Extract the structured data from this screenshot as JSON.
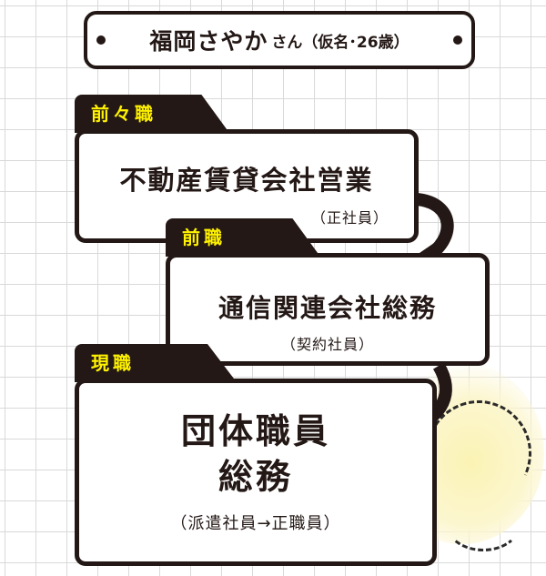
{
  "profile": {
    "name": "福岡さやか",
    "suffix": "さん（仮名･26歳）"
  },
  "careers": [
    {
      "tab": "前々職",
      "title": "不動産賃貸会社営業",
      "detail": "（正社員）"
    },
    {
      "tab": "前職",
      "title": "通信関連会社総務",
      "detail": "（契約社員）"
    },
    {
      "tab": "現職",
      "title_line1": "団体職員",
      "title_line2": "総務",
      "detail": "（派遣社員→正職員）"
    }
  ],
  "colors": {
    "ink": "#231815",
    "tab_text": "#fff200",
    "grid": "#d9d9d9",
    "glow": "#fbf3b4"
  }
}
